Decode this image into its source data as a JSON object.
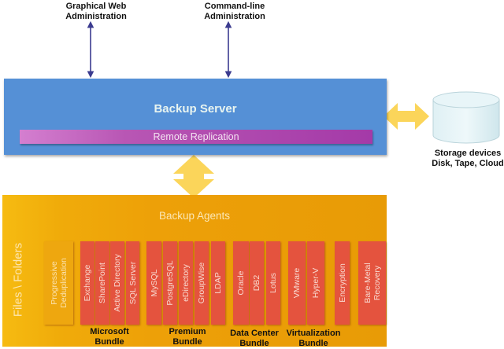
{
  "admin": {
    "web": [
      "Graphical Web",
      "Administration"
    ],
    "cli": [
      "Command-line",
      "Administration"
    ]
  },
  "server": {
    "title": "Backup Server",
    "replication": "Remote Replication"
  },
  "storage": {
    "line1": "Storage devices",
    "line2": "Disk, Tape, Cloud"
  },
  "agents": {
    "title": "Backup Agents",
    "files": "Files \\ Folders",
    "columns": [
      {
        "label": "Progressive\nDeduplication",
        "kind": "dedup"
      },
      {
        "label": "Exchange",
        "kind": "agent"
      },
      {
        "label": "SharePoint",
        "kind": "agent"
      },
      {
        "label": "Active Directory",
        "kind": "agent"
      },
      {
        "label": "SQL Server",
        "kind": "agent"
      },
      {
        "label": "MySQL",
        "kind": "agent"
      },
      {
        "label": "PostgreSQL",
        "kind": "agent"
      },
      {
        "label": "eDirectory",
        "kind": "agent"
      },
      {
        "label": "GroupWise",
        "kind": "agent"
      },
      {
        "label": "LDAP",
        "kind": "agent"
      },
      {
        "label": "Oracle",
        "kind": "agent"
      },
      {
        "label": "DB2",
        "kind": "agent"
      },
      {
        "label": "Lotus",
        "kind": "agent"
      },
      {
        "label": "VMware",
        "kind": "agent"
      },
      {
        "label": "Hyper-V",
        "kind": "agent"
      },
      {
        "label": "Encryption",
        "kind": "agent"
      },
      {
        "label": "Bare-Metal\nRecovery",
        "kind": "agent"
      }
    ],
    "bundles": [
      {
        "line1": "Microsoft",
        "line2": "Bundle"
      },
      {
        "line1": "Premium",
        "line2": "Bundle"
      },
      {
        "line1": "Data Center",
        "line2": "Bundle"
      },
      {
        "line1": "Virtualization",
        "line2": "Bundle"
      }
    ]
  },
  "colors": {
    "server": "#5590d6",
    "replication": "#a43aa8",
    "agents": "#eda008",
    "agent_box": "#e4533e",
    "arrow_admin": "#3b3b8f",
    "arrow_yellow": "#fbd55a"
  }
}
